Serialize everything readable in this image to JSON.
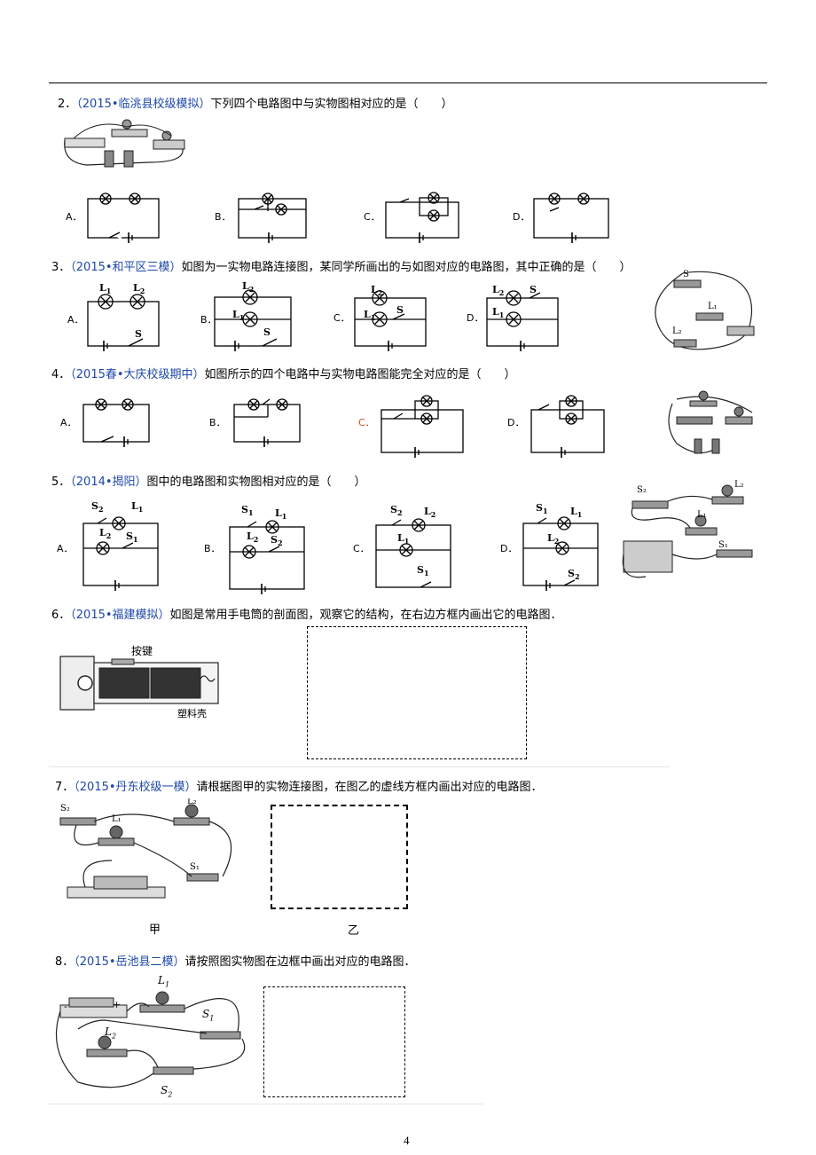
{
  "questions": [
    {
      "num": "2．",
      "source": "（2015•临洮县校级模拟）",
      "text": "下列四个电路图中与实物图相对应的是（　　）"
    },
    {
      "num": "3．",
      "source": "（2015•和平区三模）",
      "text": "如图为一实物电路连接图，某同学所画出的与如图对应的电路图，其中正确的是（　　）"
    },
    {
      "num": "4．",
      "source": "（2015春•大庆校级期中）",
      "text": "如图所示的四个电路中与实物电路图能完全对应的是（　　）"
    },
    {
      "num": "5．",
      "source": "（2014•揭阳）",
      "text": "图中的电路图和实物图相对应的是（　　）"
    },
    {
      "num": "6．",
      "source": "（2015•福建模拟）",
      "text": "如图是常用手电筒的剖面图，观察它的结构，在右边方框内画出它的电路图．"
    },
    {
      "num": "7．",
      "source": "（2015•丹东校级一模）",
      "text": "请根据图甲的实物连接图，在图乙的虚线方框内画出对应的电路图．"
    },
    {
      "num": "8．",
      "source": "（2015•岳池县二模）",
      "text": "请按照图实物图在边框中画出对应的电路图．"
    }
  ],
  "options": {
    "a": "A．",
    "b": "B．",
    "c": "C．",
    "d": "D．"
  },
  "labels": {
    "L": "L",
    "S": "S",
    "s1": "1",
    "s2": "2"
  },
  "q6": {
    "button": "按键",
    "shell": "塑料壳"
  },
  "q7": {
    "jia": "甲",
    "yi": "乙"
  },
  "q8": {
    "plus": "+",
    "minus": "-"
  },
  "page_number": "4"
}
